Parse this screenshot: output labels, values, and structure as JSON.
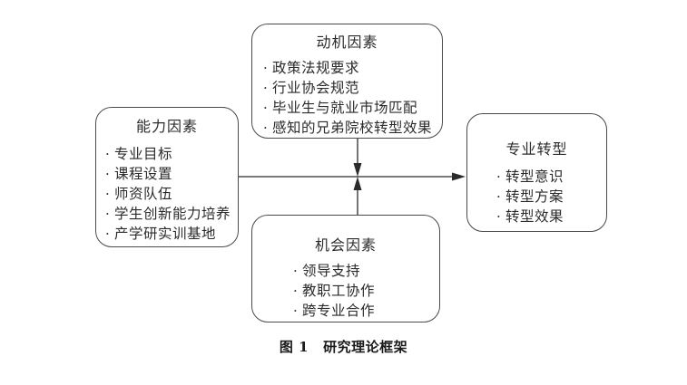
{
  "figure": {
    "caption_label": "图 1",
    "caption_title": "研究理论框架"
  },
  "palette": {
    "stroke": "#4a4a4a",
    "text": "#2b2b2b",
    "background": "#ffffff",
    "caption_text": "#1a1a1a"
  },
  "nodes": {
    "capability": {
      "title": "能力因素",
      "items": [
        "专业目标",
        "课程设置",
        "师资队伍",
        "学生创新能力培养",
        "产学研实训基地"
      ]
    },
    "motivation": {
      "title": "动机因素",
      "items": [
        "政策法规要求",
        "行业协会规范",
        "毕业生与就业市场匹配",
        "感知的兄弟院校转型效果"
      ]
    },
    "opportunity": {
      "title": "机会因素",
      "items": [
        "领导支持",
        "教职工协作",
        "跨专业合作"
      ]
    },
    "transformation": {
      "title": "专业转型",
      "items": [
        "转型意识",
        "转型方案",
        "转型效果"
      ]
    }
  },
  "bullet_glyph": "·",
  "connectors": [
    {
      "name": "capability-to-transformation",
      "from": "capability",
      "to": "transformation",
      "direction": "right"
    },
    {
      "name": "motivation-to-junction",
      "from": "motivation",
      "to": "junction",
      "direction": "down"
    },
    {
      "name": "opportunity-to-junction",
      "from": "opportunity",
      "to": "junction",
      "direction": "up"
    }
  ]
}
